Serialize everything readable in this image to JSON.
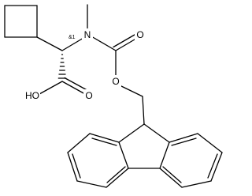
{
  "atoms": {
    "n": "N",
    "o_carbonyl": "O",
    "o_ester": "O",
    "o_acid": "O",
    "oh": "HO"
  },
  "stereo_label": "&1"
}
